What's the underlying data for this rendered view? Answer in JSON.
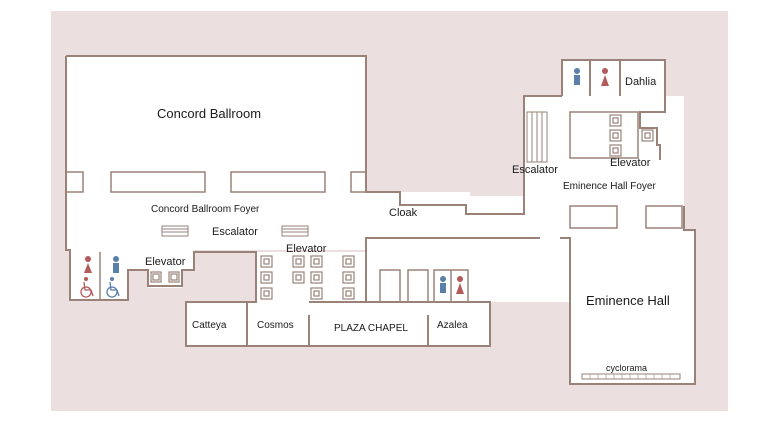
{
  "colors": {
    "background": "#ffffff",
    "frame": "#ecdfdf",
    "room_fill": "#ffffff",
    "wall": "#9a8278",
    "female_icon": "#b35a5a",
    "male_icon": "#5a7fa8",
    "accessible_icon": "#b35a5a"
  },
  "rooms": {
    "concord_ballroom": "Concord Ballroom",
    "concord_ballroom_foyer": "Concord Ballroom Foyer",
    "eminence_hall": "Eminence Hall",
    "eminence_hall_foyer": "Eminence Hall Foyer",
    "dahlia": "Dahlia",
    "catteya": "Catteya",
    "cosmos": "Cosmos",
    "plaza_chapel": "PLAZA CHAPEL",
    "azalea": "Azalea"
  },
  "facilities": {
    "escalator_left": "Escalator",
    "escalator_right": "Escalator",
    "elevator_left": "Elevator",
    "elevator_center": "Elevator",
    "elevator_right": "Elevator",
    "cloak": "Cloak",
    "cyclorama": "cyclorama"
  },
  "icons": {
    "restroom_female": "female-restroom-icon",
    "restroom_male": "male-restroom-icon",
    "accessible": "wheelchair-icon",
    "elevator": "elevator-icon",
    "escalator": "escalator-icon"
  }
}
